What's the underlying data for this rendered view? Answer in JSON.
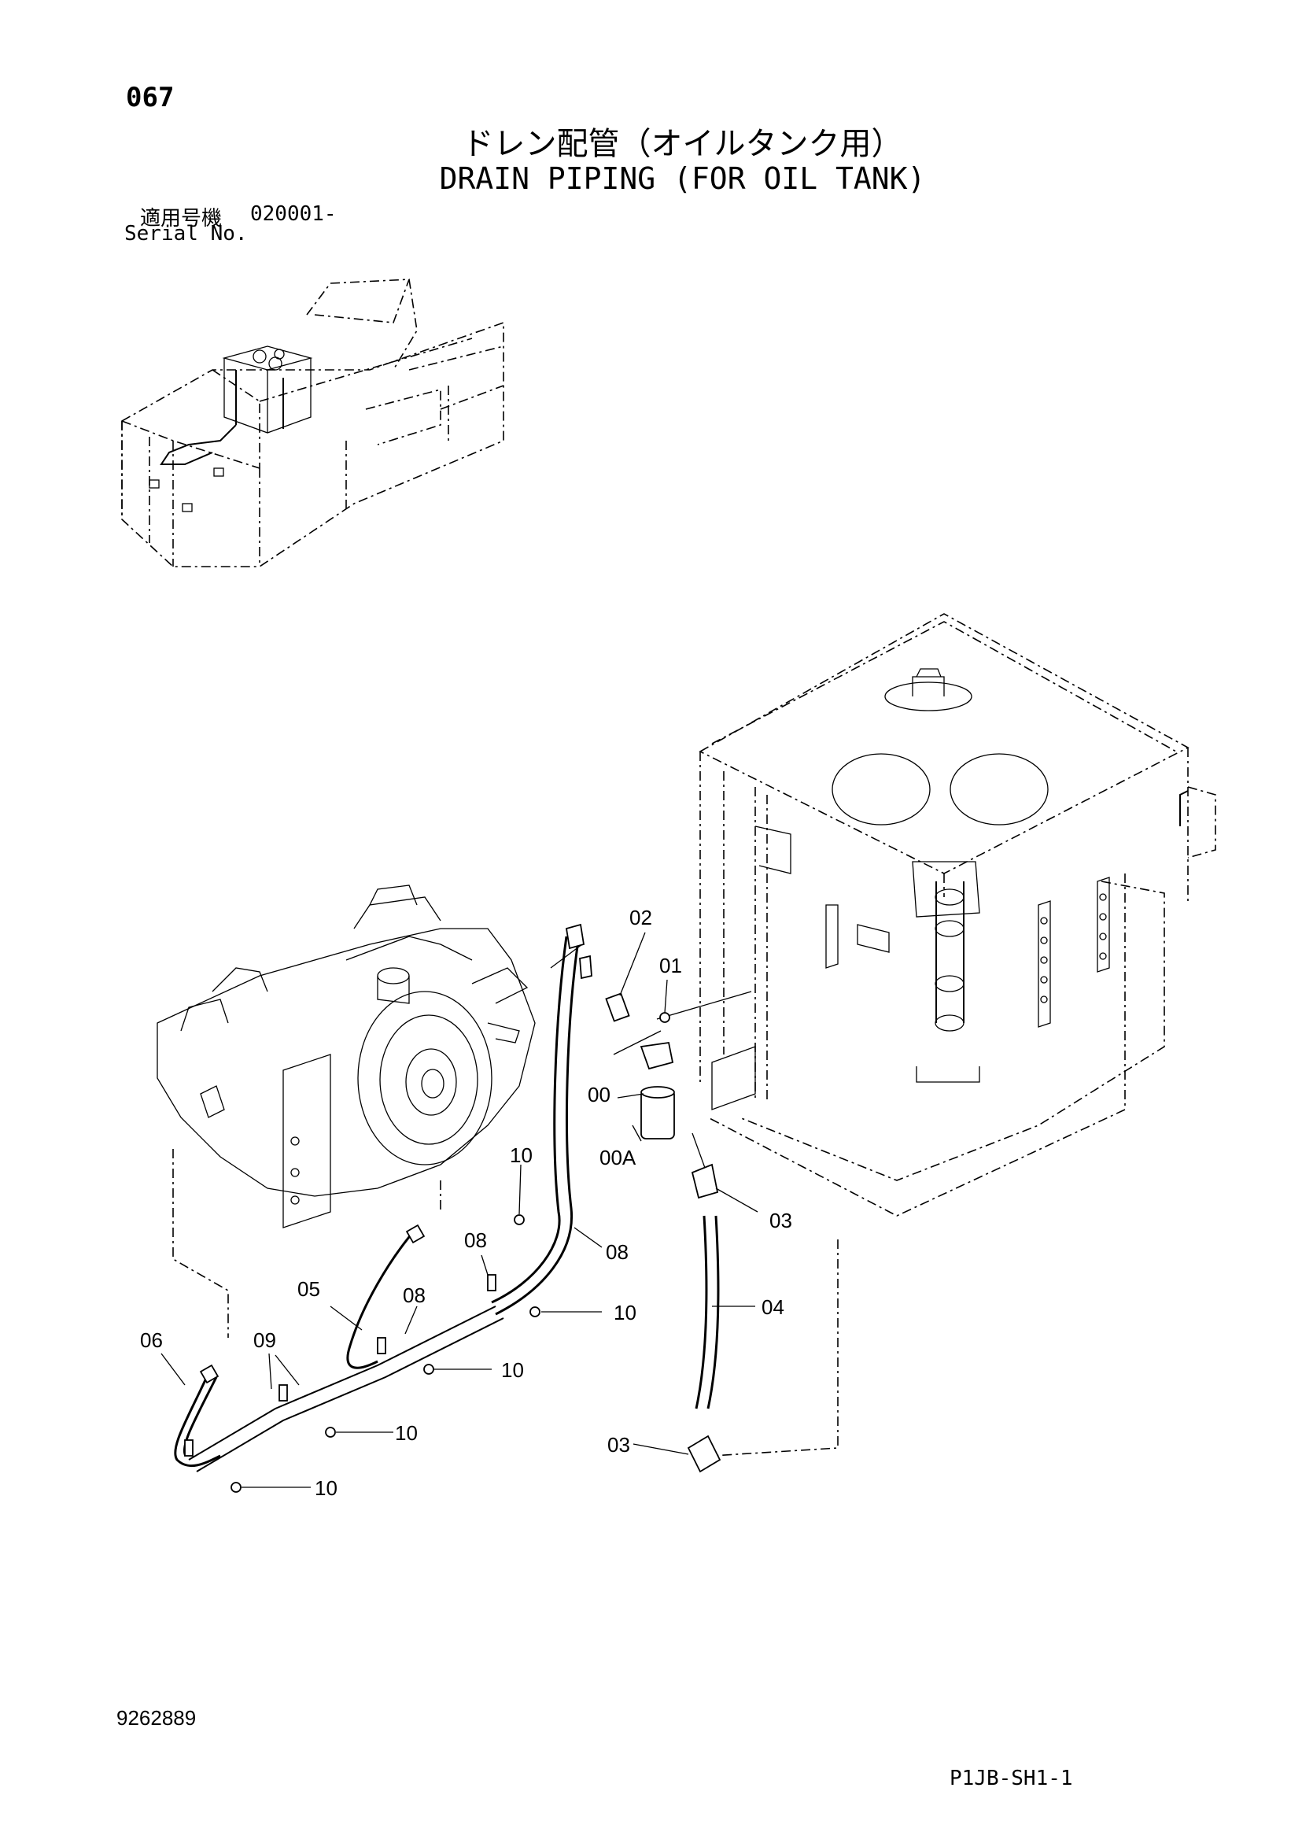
{
  "page": {
    "number": "067",
    "title_jp": "ドレン配管（オイルタンク用）",
    "title_en": "DRAIN PIPING (FOR OIL TANK)",
    "serial_label_jp": "適用号機",
    "serial_label_en": "Serial No.",
    "serial_value": "020001-",
    "drawing_number": "9262889",
    "sheet_code": "P1JB-SH1-1"
  },
  "callouts": [
    {
      "id": "c02",
      "label": "02"
    },
    {
      "id": "c01",
      "label": "01"
    },
    {
      "id": "c00",
      "label": "00"
    },
    {
      "id": "c10a",
      "label": "10"
    },
    {
      "id": "c00A",
      "label": "00A"
    },
    {
      "id": "c03a",
      "label": "03"
    },
    {
      "id": "c08a",
      "label": "08"
    },
    {
      "id": "c08b",
      "label": "08"
    },
    {
      "id": "c05",
      "label": "05"
    },
    {
      "id": "c08c",
      "label": "08"
    },
    {
      "id": "c04",
      "label": "04"
    },
    {
      "id": "c10b",
      "label": "10"
    },
    {
      "id": "c06",
      "label": "06"
    },
    {
      "id": "c09",
      "label": "09"
    },
    {
      "id": "c10c",
      "label": "10"
    },
    {
      "id": "c10d",
      "label": "10"
    },
    {
      "id": "c10e",
      "label": "10"
    },
    {
      "id": "c03b",
      "label": "03"
    }
  ]
}
